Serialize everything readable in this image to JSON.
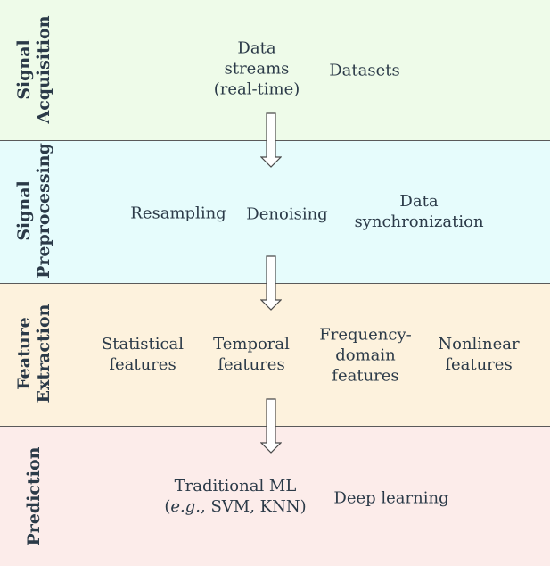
{
  "colors": {
    "acquisition_bg": "#eefbe9",
    "preprocessing_bg": "#e6fcfc",
    "feature_bg": "#fdf2dd",
    "prediction_bg": "#fcecea",
    "divider": "#5a5a5a",
    "text": "#2b3a48"
  },
  "stages": [
    {
      "label_lines": [
        "Signal",
        "Acquisition"
      ],
      "items": [
        {
          "lines": [
            "Data",
            "streams",
            "(real-time)"
          ]
        },
        {
          "lines": [
            "Datasets"
          ]
        }
      ]
    },
    {
      "label_lines": [
        "Signal",
        "Preprocessing"
      ],
      "items": [
        {
          "lines": [
            "Resampling"
          ]
        },
        {
          "lines": [
            "Denoising"
          ]
        },
        {
          "lines": [
            "Data",
            "synchronization"
          ]
        }
      ]
    },
    {
      "label_lines": [
        "Feature",
        "Extraction"
      ],
      "items": [
        {
          "lines": [
            "Statistical",
            "features"
          ]
        },
        {
          "lines": [
            "Temporal",
            "features"
          ]
        },
        {
          "lines": [
            "Frequency-",
            "domain",
            "features"
          ]
        },
        {
          "lines": [
            "Nonlinear",
            "features"
          ]
        }
      ]
    },
    {
      "label_lines": [
        "Prediction"
      ],
      "items": [
        {
          "lines": [
            "Traditional ML"
          ],
          "note": {
            "open": "(",
            "abbrev": "e.g.",
            "rest": ", SVM, KNN)"
          }
        },
        {
          "lines": [
            "Deep learning"
          ]
        }
      ]
    }
  ],
  "arrows": {
    "count": 3,
    "icon": "down-arrow-icon"
  }
}
